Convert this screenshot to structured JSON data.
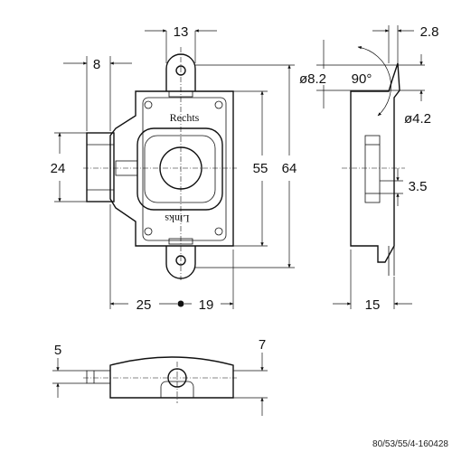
{
  "drawing": {
    "labels": {
      "rechts": "Rechts",
      "links": "Links"
    },
    "dimensions": {
      "d13": "13",
      "d8": "8",
      "d2_8": "2.8",
      "d8_2": "ø8.2",
      "d90": "90°",
      "d4_2": "ø4.2",
      "d24": "24",
      "d55": "55",
      "d64": "64",
      "d3_5": "3.5",
      "d25": "25",
      "d19": "19",
      "d15": "15",
      "d5": "5",
      "d7": "7"
    },
    "reference": "80/53/55/4-160428"
  }
}
